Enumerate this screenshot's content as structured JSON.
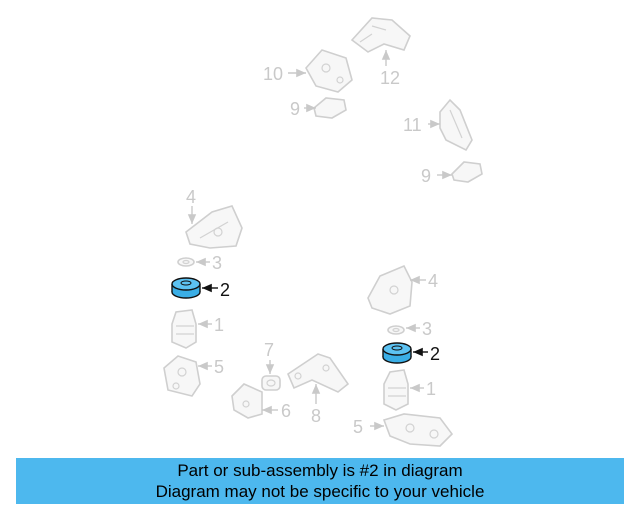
{
  "diagram": {
    "callouts": [
      "10",
      "12",
      "9",
      "11",
      "9",
      "4",
      "3",
      "2",
      "1",
      "5",
      "7",
      "6",
      "8",
      "4",
      "3",
      "2",
      "1",
      "5"
    ],
    "highlight_callout": "2",
    "highlight_color": "#3aaee6",
    "muted_color": "#c9c9c9"
  },
  "banner": {
    "line1": "Part or sub-assembly is #2 in diagram",
    "line2": "Diagram may not be specific to your vehicle",
    "background": "#4db8ee"
  }
}
